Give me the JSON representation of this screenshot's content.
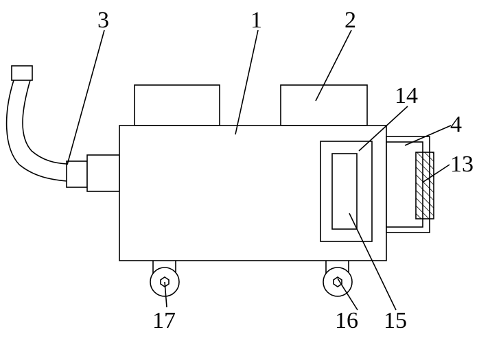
{
  "labels": {
    "body": "1",
    "top_block": "2",
    "hose": "3",
    "side_frame": "4",
    "hatched_panel": "13",
    "outer_window": "14",
    "inner_window": "15",
    "right_wheel": "16",
    "left_wheel": "17"
  },
  "colors": {
    "stroke": "#000000",
    "background": "#ffffff"
  }
}
